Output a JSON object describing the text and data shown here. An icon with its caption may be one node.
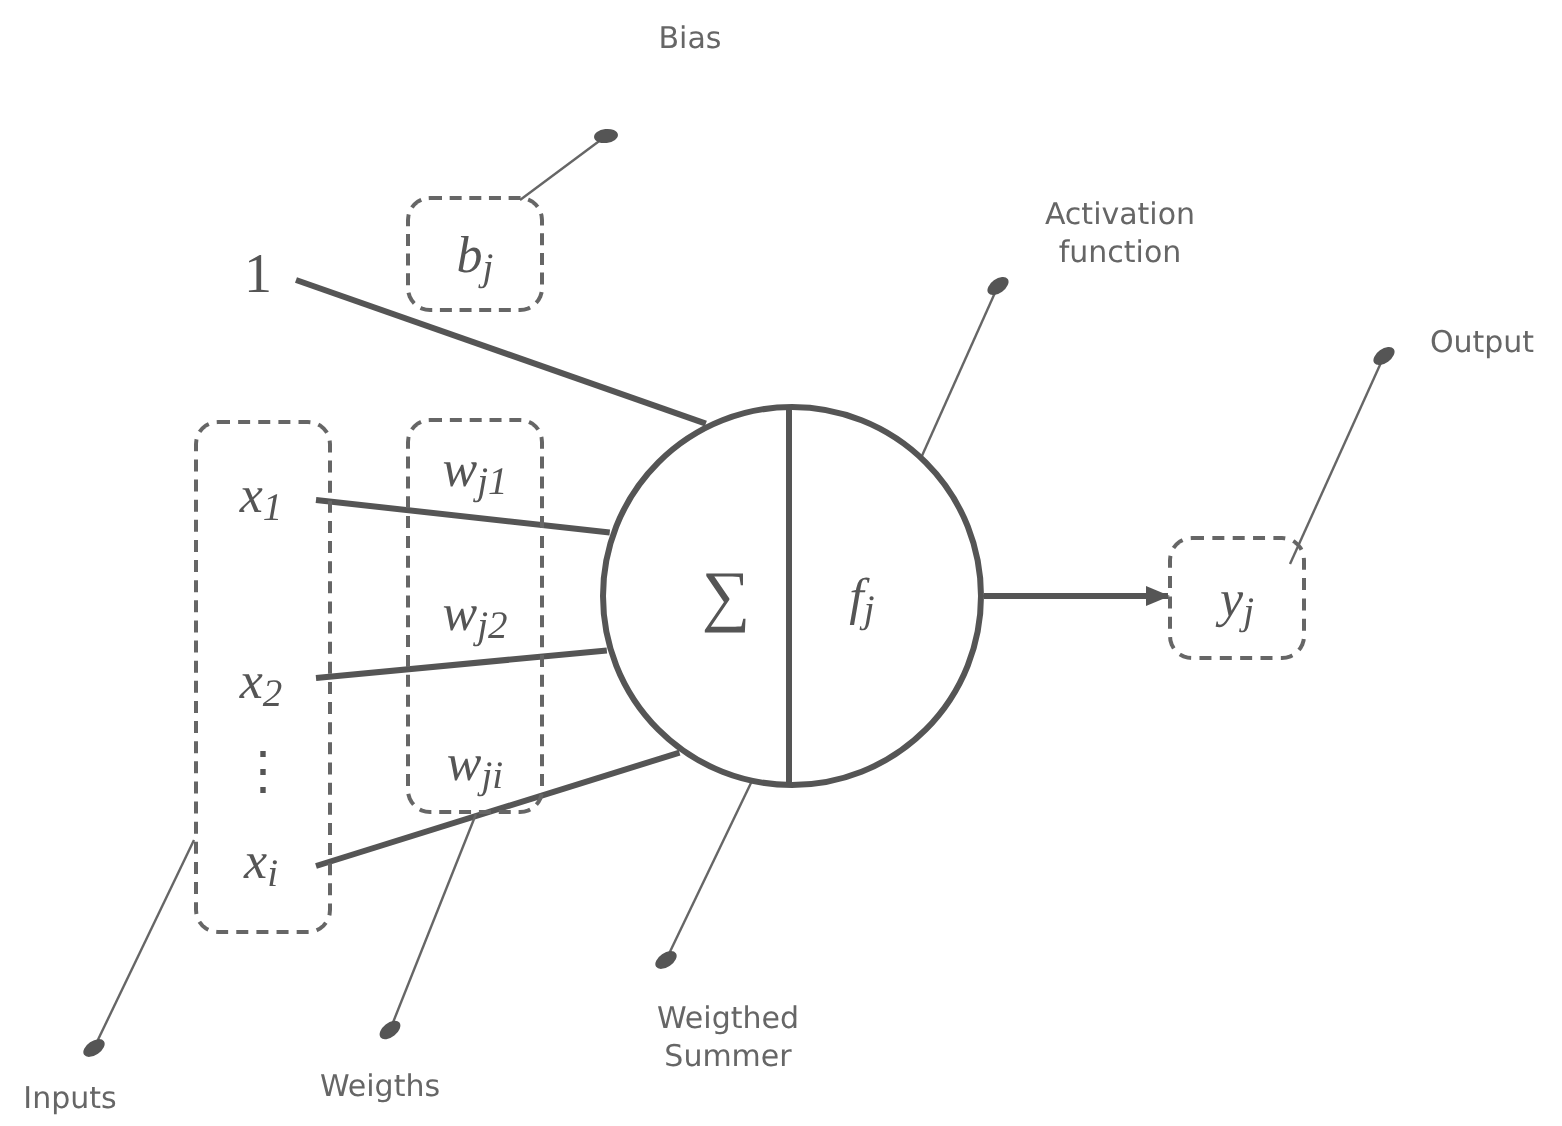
{
  "diagram": {
    "nodes": [
      {
        "text": [
          "1"
        ]
      },
      {
        "text": [
          "b$_{j}$"
        ]
      },
      {
        "text": [],
        "shape": "box"
      },
      {
        "text": [
          "x$_{1}$"
        ],
        "in": 2
      },
      {
        "text": [
          "x$_{2}$"
        ],
        "in": 2
      },
      {
        "text": [
          "⋮"
        ],
        "in": 2
      },
      {
        "text": [
          "x$_{i}$"
        ],
        "in": 2
      },
      {
        "text": [],
        "shape": "box"
      },
      {
        "text": [
          "w$_{j1}$"
        ],
        "in": 7
      },
      {
        "text": [
          "w$_{j2}$"
        ],
        "in": 7
      },
      {
        "text": [
          "w$_{ji}$"
        ],
        "in": 7
      },
      {
        "text": [],
        "shape": "circle"
      },
      {
        "text": [
          "∑"
        ],
        "in": 11
      },
      {
        "text": [
          "f$_{j}$"
        ],
        "in": 11
      },
      {
        "text": [
          "y$_{j}$"
        ]
      },
      {
        "text": [
          "Bias"
        ]
      },
      {
        "text": [
          "Activation function"
        ]
      },
      {
        "text": [
          "Output"
        ]
      },
      {
        "text": [
          "Inputs"
        ]
      },
      {
        "text": [
          "Weigths"
        ]
      },
      {
        "text": [
          "Weigthed Summer"
        ]
      }
    ],
    "edges": [
      {
        "from": 0,
        "to": 11,
        "arrow": "none",
        "style": "thick"
      },
      {
        "from": 3,
        "to": 11,
        "arrow": "none",
        "style": "thick"
      },
      {
        "from": 4,
        "to": 11,
        "arrow": "none",
        "style": "thick"
      },
      {
        "from": 6,
        "to": 11,
        "arrow": "none",
        "style": "thick"
      },
      {
        "from": 11,
        "to": 14,
        "arrow": "to",
        "style": "thick"
      },
      {
        "from": 15,
        "to": 1,
        "arrow": "other"
      },
      {
        "from": 16,
        "to": 13,
        "arrow": "other"
      },
      {
        "from": 17,
        "to": 14,
        "arrow": "other"
      },
      {
        "from": 18,
        "to": 2,
        "arrow": "other"
      },
      {
        "from": 19,
        "to": 7,
        "arrow": "other"
      },
      {
        "from": 20,
        "to": 12,
        "arrow": "other"
      }
    ]
  }
}
